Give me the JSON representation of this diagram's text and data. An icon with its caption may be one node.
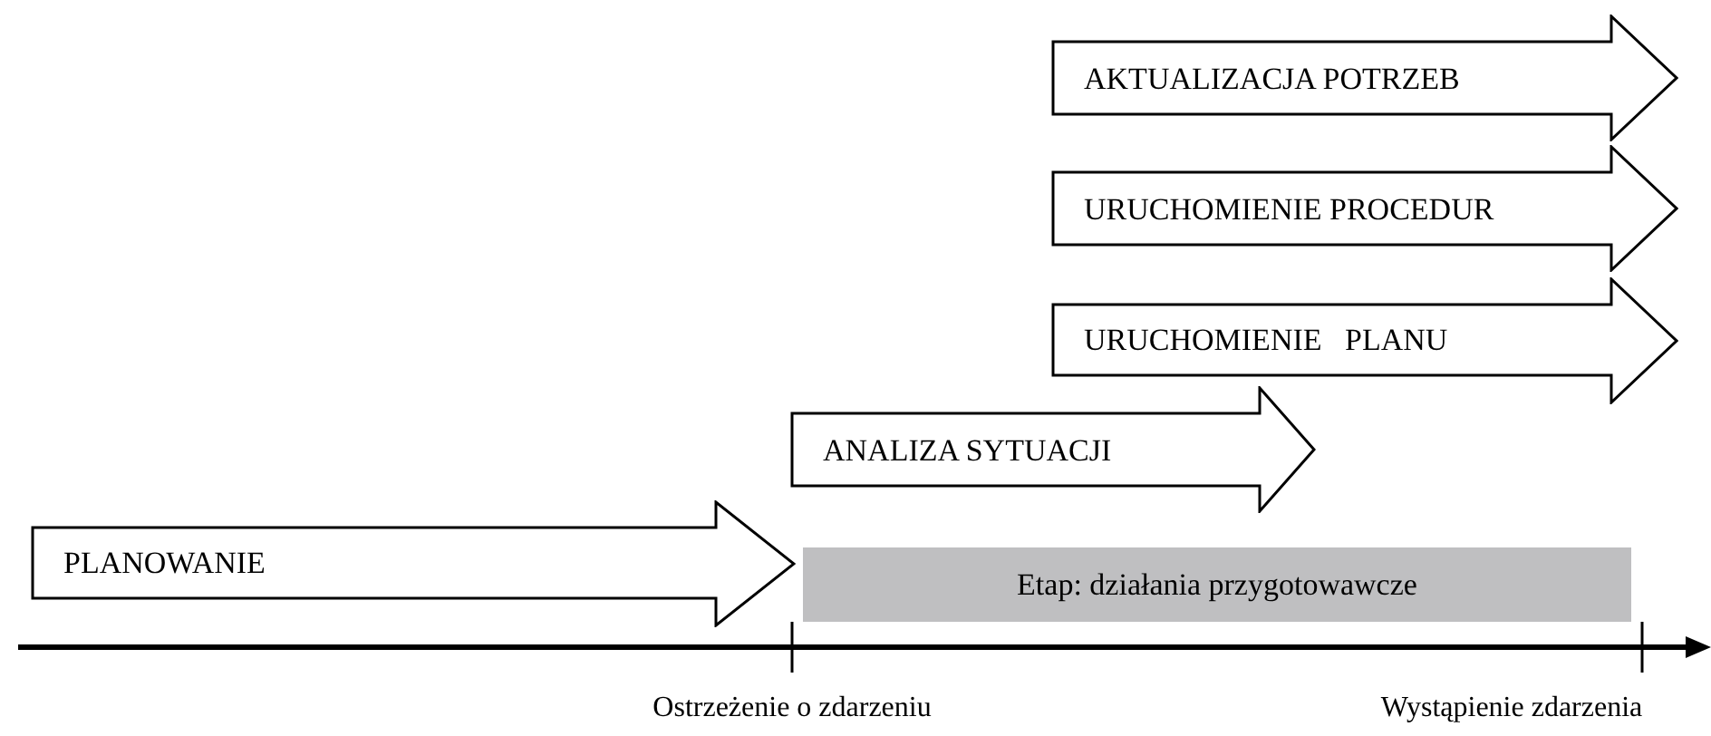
{
  "diagram": {
    "nodes": [
      {
        "text": [
          "AKTUALIZACJA POTRZEB"
        ]
      },
      {
        "text": [
          "URUCHOMIENIE PROCEDUR"
        ]
      },
      {
        "text": [
          "URUCHOMIENIE   PLANU"
        ]
      },
      {
        "text": [
          "ANALIZA SYTUACJI"
        ]
      },
      {
        "text": [
          "PLANOWANIE"
        ]
      },
      {
        "text": [
          "Etap: działania przygotowawcze"
        ]
      }
    ],
    "labels": [
      "Ostrzeżenie o zdarzeniu",
      "Wystąpienie zdarzenia"
    ]
  }
}
